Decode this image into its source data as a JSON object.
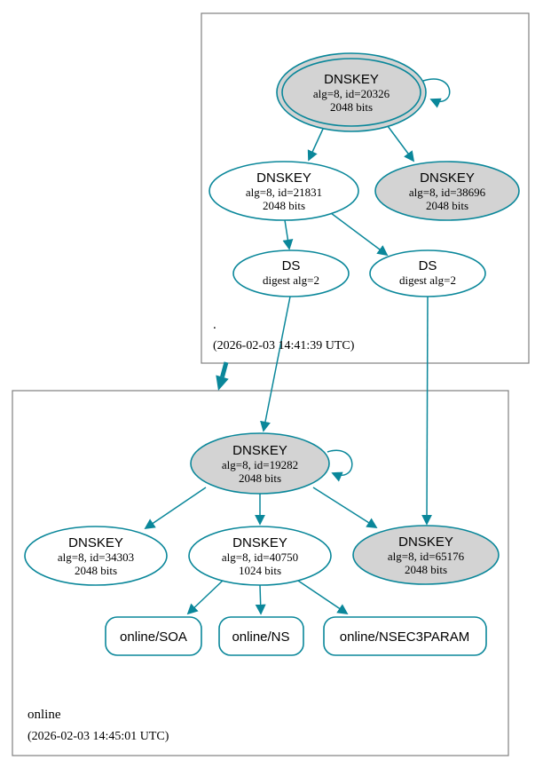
{
  "colors": {
    "edge_teal": "#0a879a",
    "key_fill_gray": "#d3d3d3",
    "node_fill_white": "#ffffff",
    "zone_box_border": "#808080"
  },
  "zones": {
    "root": {
      "label": ".",
      "timestamp": "(2026-02-03 14:41:39 UTC)"
    },
    "online": {
      "label": "online",
      "timestamp": "(2026-02-03 14:45:01 UTC)"
    }
  },
  "nodes": {
    "dnskey_20326": {
      "title": "DNSKEY",
      "detail1": "alg=8, id=20326",
      "detail2": "2048 bits"
    },
    "dnskey_21831": {
      "title": "DNSKEY",
      "detail1": "alg=8, id=21831",
      "detail2": "2048 bits"
    },
    "dnskey_38696": {
      "title": "DNSKEY",
      "detail1": "alg=8, id=38696",
      "detail2": "2048 bits"
    },
    "ds_left": {
      "title": "DS",
      "detail1": "digest alg=2"
    },
    "ds_right": {
      "title": "DS",
      "detail1": "digest alg=2"
    },
    "dnskey_19282": {
      "title": "DNSKEY",
      "detail1": "alg=8, id=19282",
      "detail2": "2048 bits"
    },
    "dnskey_34303": {
      "title": "DNSKEY",
      "detail1": "alg=8, id=34303",
      "detail2": "2048 bits"
    },
    "dnskey_40750": {
      "title": "DNSKEY",
      "detail1": "alg=8, id=40750",
      "detail2": "1024 bits"
    },
    "dnskey_65176": {
      "title": "DNSKEY",
      "detail1": "alg=8, id=65176",
      "detail2": "2048 bits"
    },
    "rrset_soa": {
      "label": "online/SOA"
    },
    "rrset_ns": {
      "label": "online/NS"
    },
    "rrset_nsec3param": {
      "label": "online/NSEC3PARAM"
    }
  }
}
